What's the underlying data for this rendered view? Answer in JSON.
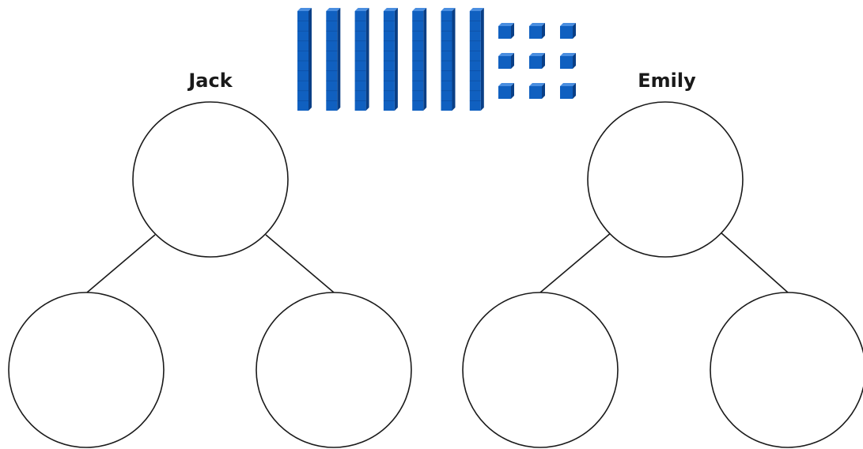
{
  "trees": [
    {
      "label": "Jack"
    },
    {
      "label": "Emily"
    }
  ],
  "base_ten_blocks": {
    "tens_rods": 7,
    "ones_cubes": 9
  },
  "colors": {
    "block_front": "#1060c0",
    "block_side": "#0a3f86",
    "block_top": "#4a8ee0",
    "line": "#1a1a1a"
  }
}
